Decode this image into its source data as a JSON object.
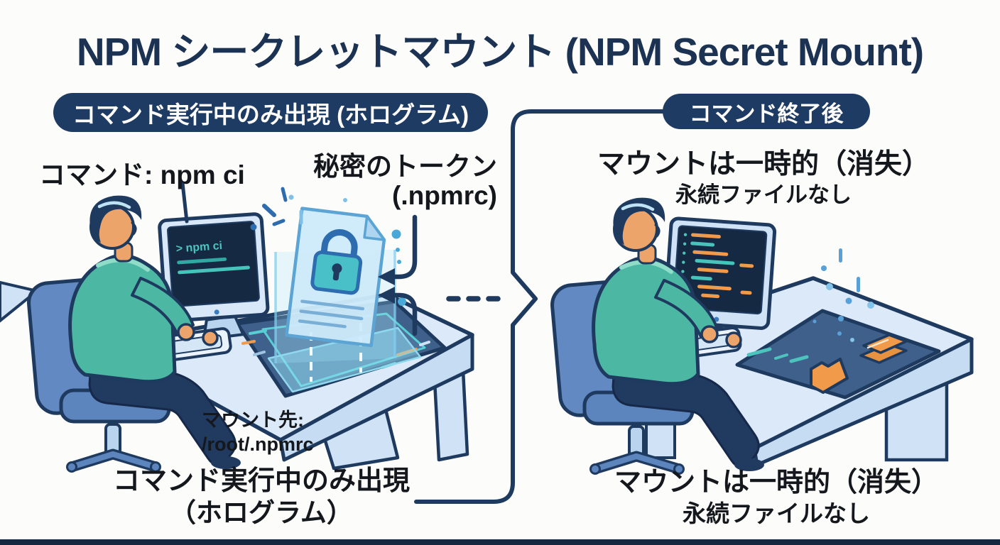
{
  "title": "NPM シークレットマウント (NPM Secret Mount)",
  "left": {
    "badge": "コマンド実行中のみ出現 (ホログラム)",
    "command_label": "コマンド: npm ci",
    "token_line1": "秘密のトークン",
    "token_line2": "(.npmrc)",
    "terminal_text": "> npm ci",
    "mount_line1": "マウント先:",
    "mount_line2": "/root/.npmrc",
    "caption_line1": "コマンド実行中のみ出現",
    "caption_line2": "（ホログラム）"
  },
  "right": {
    "badge": "コマンド終了後",
    "label_line1": "マウントは一時的（消失）",
    "label_line2": "永続ファイルなし",
    "caption_line1": "マウントは一時的（消失）",
    "caption_line2": "永続ファイルなし"
  },
  "icons": {
    "lock": "padlock-on-secret-file",
    "document": "holographic-npmrc-file",
    "folder": "orange-folder",
    "books": "stacked-orange-files",
    "sparkles": "hologram-sparkles",
    "particles": "dissolving-mount-particles",
    "token_arrows": "arrows-pointing-to-secret-file",
    "connector": "flow-divider-with-arrow"
  },
  "colors": {
    "navy_outline": "#1e3a5f",
    "badge_bg": "#1e3c63",
    "title_navy": "#1b3253",
    "teal": "#4dc3bd",
    "orange": "#ef9a4d",
    "holo_blue": "#9fd8f0",
    "desk_blue": "#dce9f8",
    "shirt_teal": "#4cb8a4",
    "text_dark": "#14181d"
  }
}
